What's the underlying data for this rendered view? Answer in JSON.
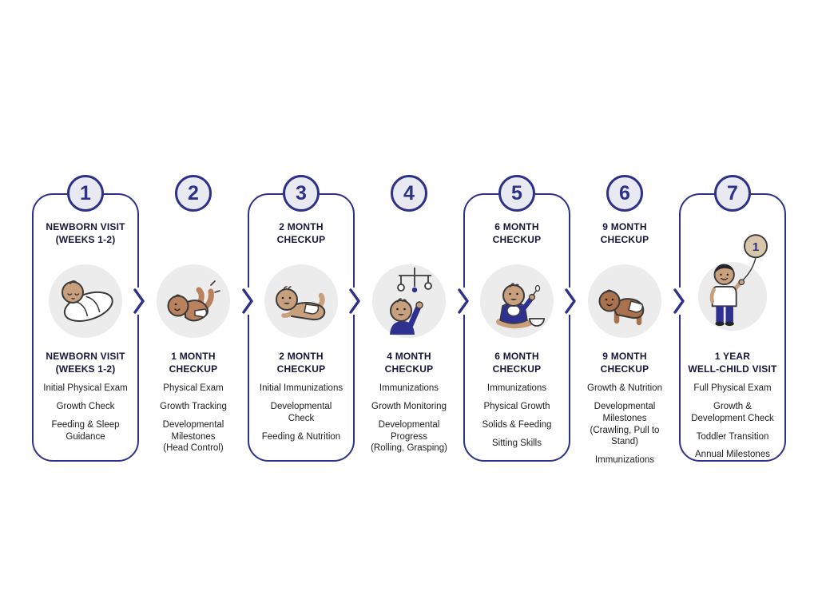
{
  "colors": {
    "accent": "#2d3188",
    "icon_background": "#ececec",
    "badge_background": "#e9e9f1",
    "skin_light": "#c9a07e",
    "skin_medium": "#b9825d",
    "skin_dark": "#a9714c"
  },
  "steps": [
    {
      "number": "1",
      "top_header": "NEWBORN VISIT\n(WEEKS 1-2)",
      "title": "NEWBORN VISIT\n(WEEKS 1-2)",
      "items": [
        "Initial Physical Exam",
        "Growth Check",
        "Feeding & Sleep\nGuidance"
      ],
      "icon": "swaddled-newborn-icon"
    },
    {
      "number": "2",
      "title": "1 MONTH\nCHECKUP",
      "items": [
        "Physical Exam",
        "Growth Tracking",
        "Developmental\nMilestones\n(Head Control)"
      ],
      "icon": "kicking-baby-icon"
    },
    {
      "number": "3",
      "top_header": "2 MONTH\nCHECKUP",
      "title": "2 MONTH\nCHECKUP",
      "items": [
        "Initial Immunizations",
        "Developmental\nCheck",
        "Feeding & Nutrition"
      ],
      "icon": "tummy-time-baby-icon"
    },
    {
      "number": "4",
      "title": "4 MONTH\nCHECKUP",
      "items": [
        "Immunizations",
        "Growth Monitoring",
        "Developmental\nProgress\n(Rolling, Grasping)"
      ],
      "icon": "baby-with-mobile-icon"
    },
    {
      "number": "5",
      "top_header": "6 MONTH\nCHECKUP",
      "title": "6 MONTH\nCHECKUP",
      "items": [
        "Immunizations",
        "Physical Growth",
        "Solids & Feeding",
        "Sitting Skills"
      ],
      "icon": "sitting-baby-feeding-icon"
    },
    {
      "number": "6",
      "top_header": "9 MONTH\nCHECKUP",
      "title": "9 MONTH\nCHECKUP",
      "items": [
        "Growth & Nutrition",
        "Developmental\nMilestones\n(Crawling, Pull to\nStand)",
        "Immunizations"
      ],
      "icon": "crawling-baby-icon"
    },
    {
      "number": "7",
      "title": "1 YEAR\nWELL-CHILD VISIT",
      "items": [
        "Full Physical Exam",
        "Growth &\nDevelopment Check",
        "Toddler Transition",
        "Annual Milestones"
      ],
      "icon": "toddler-with-balloon-icon",
      "balloon_label": "1"
    }
  ]
}
